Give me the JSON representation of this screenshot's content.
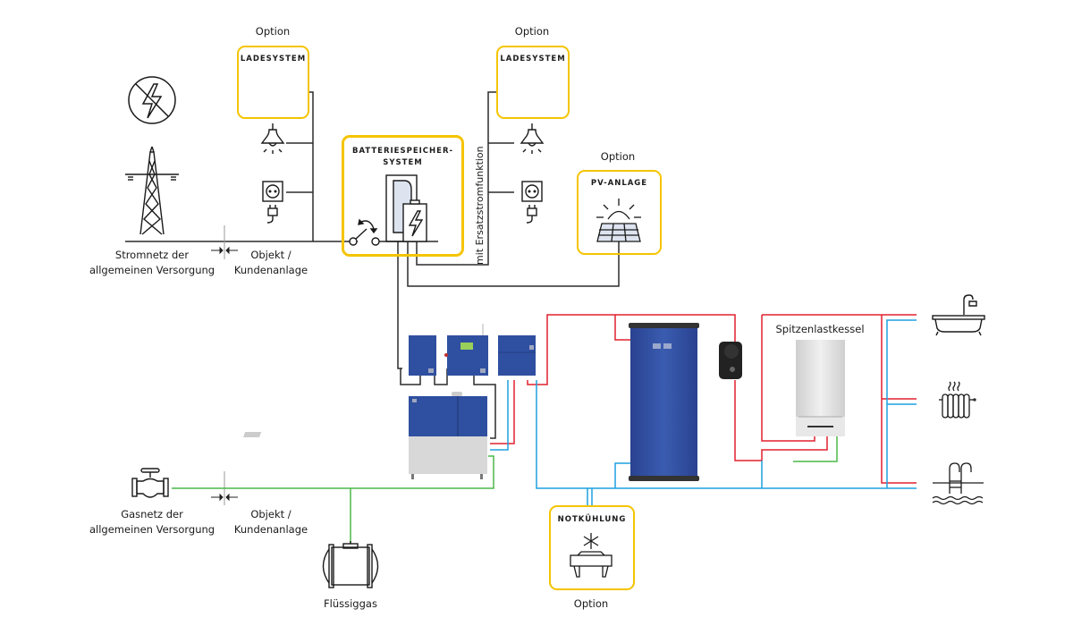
{
  "colors": {
    "option_border": "#f5c400",
    "power_line": "#2b2b2b",
    "gas_line": "#4cb848",
    "hot_water": "#e0202e",
    "cold_water": "#1ea0e0",
    "unit_blue": "#2f4fa0",
    "unit_gray": "#d6d6d6"
  },
  "top": {
    "option_left": "Option",
    "option_mid": "Option",
    "option_pv": "Option",
    "ladesystem_left": "LADESYSTEM",
    "ladesystem_right": "LADESYSTEM",
    "battery_title_1": "BATTERIESPEICHER-",
    "battery_title_2": "SYSTEM",
    "pv_title": "PV-ANLAGE",
    "backup_label": "mit Ersatzstromfunktion"
  },
  "grid": {
    "power_label_1": "Stromnetz der",
    "power_label_2": "allgemeinen Versorgung",
    "object_label_1": "Objekt /",
    "object_label_2": "Kundenanlage"
  },
  "gas": {
    "gas_label_1": "Gasnetz der",
    "gas_label_2": "allgemeinen Versorgung",
    "object_label_1": "Objekt /",
    "object_label_2": "Kundenanlage",
    "lpg_label": "Flüssiggas"
  },
  "heating": {
    "peak_boiler_label": "Spitzenlastkessel",
    "cooling_title": "NOTKÜHLUNG",
    "cooling_option": "Option"
  },
  "consumers": [
    "bathtub-shower",
    "radiator",
    "swimming-pool"
  ]
}
